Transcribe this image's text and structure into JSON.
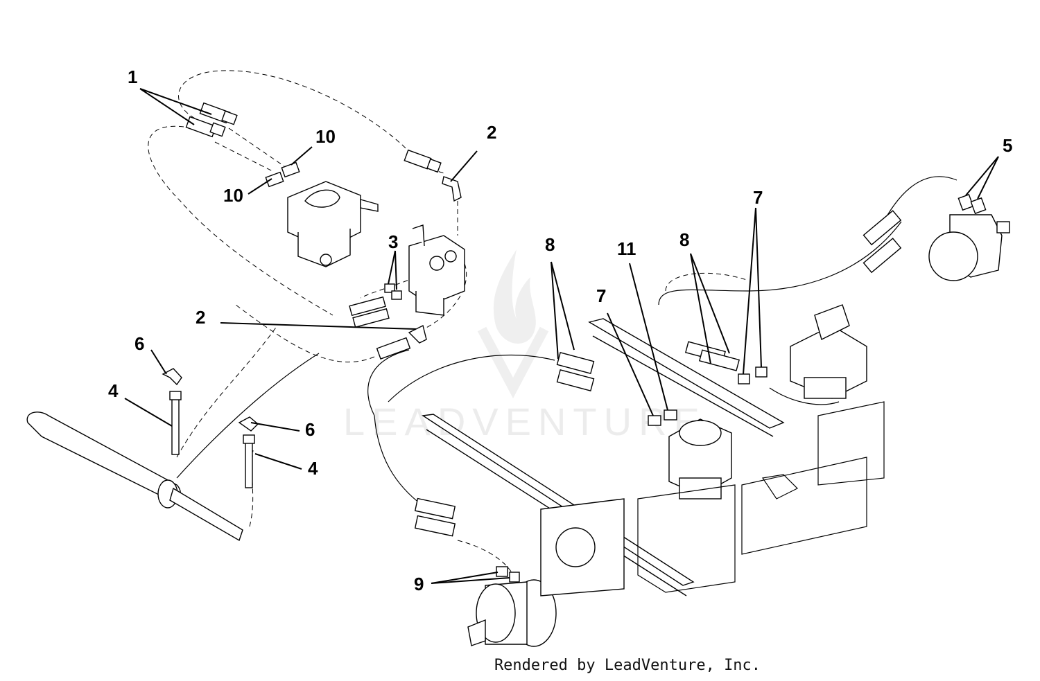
{
  "watermark": {
    "text": "LEADVENTURE"
  },
  "callouts": [
    {
      "id": "c1",
      "number": "1"
    },
    {
      "id": "c2a",
      "number": "2"
    },
    {
      "id": "c2b",
      "number": "2"
    },
    {
      "id": "c3",
      "number": "3"
    },
    {
      "id": "c4a",
      "number": "4"
    },
    {
      "id": "c4b",
      "number": "4"
    },
    {
      "id": "c5",
      "number": "5"
    },
    {
      "id": "c6a",
      "number": "6"
    },
    {
      "id": "c6b",
      "number": "6"
    },
    {
      "id": "c7a",
      "number": "7"
    },
    {
      "id": "c7b",
      "number": "7"
    },
    {
      "id": "c8a",
      "number": "8"
    },
    {
      "id": "c8b",
      "number": "8"
    },
    {
      "id": "c9",
      "number": "9"
    },
    {
      "id": "c10a",
      "number": "10"
    },
    {
      "id": "c10b",
      "number": "10"
    },
    {
      "id": "c11",
      "number": "11"
    }
  ],
  "footer": {
    "text": "Rendered by LeadVenture, Inc."
  }
}
